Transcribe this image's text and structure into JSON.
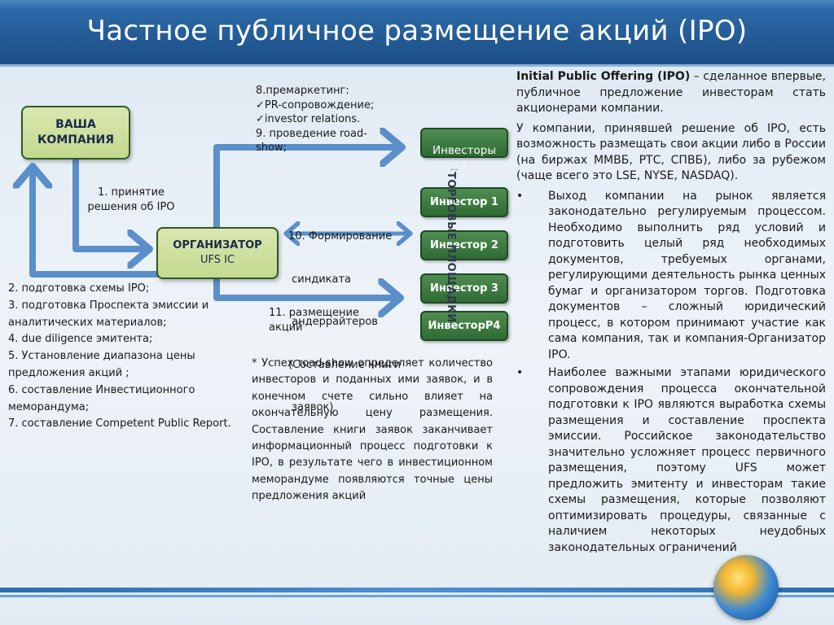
{
  "title": "Частное публичное размещение акций (IPO)",
  "diagram": {
    "company_box": "ВАША\nКОМПАНИЯ",
    "organizer_box": {
      "name": "ОРГАНИЗАТОР",
      "sub": "UFS IC"
    },
    "investors": [
      "Инвесторы\n;",
      "Инвестор 1",
      "Инвестор 2",
      "Инвестор 3",
      "ИнвесторР4"
    ],
    "investors_ellipsis": "…",
    "trading_platforms_label": "ТОРГОВЫЕ ПЛОЩАДКИ",
    "step1": "1. принятие решения об IPO",
    "premarketing": [
      "8.премаркетинг:",
      "✓PR-сопровождение;",
      "✓investor relations.",
      "9. проведение road-",
      "show;"
    ],
    "step10": [
      "10. Формирование",
      " синдиката",
      " андеррайтеров",
      "(Составление книги",
      " заявок)"
    ],
    "step11": "11. размещение акций",
    "left_list": [
      "2. подготовка схемы IPO;",
      "3. подготовка Проспекта эмиссии и аналитических материалов;",
      "4. due diligence эмитента;",
      "5. Установление диапазона цены предложения акций ;",
      "6. составление Инвестиционного меморандума;",
      "7. составление Competent Public Report."
    ],
    "note": "* Успех road-show определяет количество инвесторов и поданных ими заявок, и в конечном счете сильно влияет на окончательную цену размещения. Составление книги заявок заканчивает информационный процесс подготовки к IPO, в результате чего в инвестиционном меморандуме появляются точные цены предложения акций"
  },
  "right_column": {
    "intro_term": "Initial Public Offering (IPO)",
    "intro_rest": " – сделанное впервые, публичное предложение инвесторам стать акционерами компании.",
    "para2": "У компании, принявшей решение об IPO, есть возможность размещать свои акции либо в России (на биржах ММВБ, РТС, СПВБ), либо за рубежом (чаще всего это LSE, NYSE, NASDAQ).",
    "bullet_symbol": "•",
    "bullets": [
      "Выход компании на рынок является законодательно регулируемым процессом. Необходимо выполнить ряд условий и подготовить целый ряд необходимых документов, требуемых органами, регулирующими деятельность рынка ценных бумаг и организатором торгов. Подготовка документов – сложный юридический процесс, в котором принимают участие как сама компания, так и компания-Организатор IPO.",
      "Наиболее важными этапами юридического сопровождения процесса окончательной подготовки к IPO являются выработка схемы размещения и составление проспекта эмиссии. Российское законодательство значительно усложняет процесс первичного размещения, поэтому UFS может предложить эмитенту и инвесторам такие схемы размещения, которые позволяют оптимизировать процедуры, связанные с наличием некоторых неудобных законодательных ограничений"
    ]
  },
  "colors": {
    "header": "#2a64a2",
    "arrow": "#5b8fc9",
    "green_box": "#c9dd96",
    "investor_box": "#3a7a3e"
  }
}
